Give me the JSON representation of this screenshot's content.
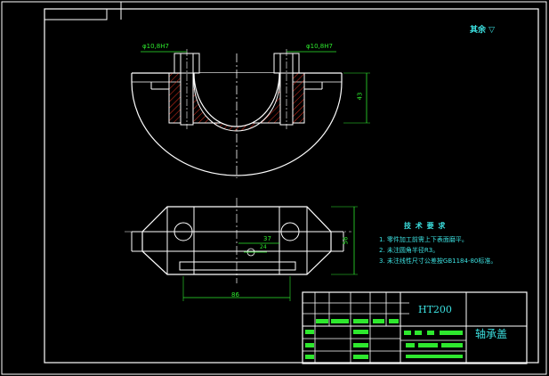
{
  "surface_note": {
    "label": "其余",
    "symbol": "▽"
  },
  "dims": {
    "hole_left": "φ10,8H7",
    "hole_right": "φ10,8H7",
    "height": "43",
    "width": "86",
    "offset_37": "37",
    "offset_24": "24",
    "side_56": "56"
  },
  "tech_req": {
    "title": "技 术 要 求",
    "items": [
      "1. 零件加工前需上下表面磨平。",
      "2. 未注圆角半径R3。",
      "3. 未注线性尺寸公差按GB1184-80标准。"
    ]
  },
  "title_block": {
    "material": "HT200",
    "part_name": "轴承盖"
  },
  "colors": {
    "background": "#000000",
    "lines": "#ffffff",
    "dims": "#2ee82e",
    "text": "#3ce0e0",
    "hatch": "#e0301e"
  }
}
